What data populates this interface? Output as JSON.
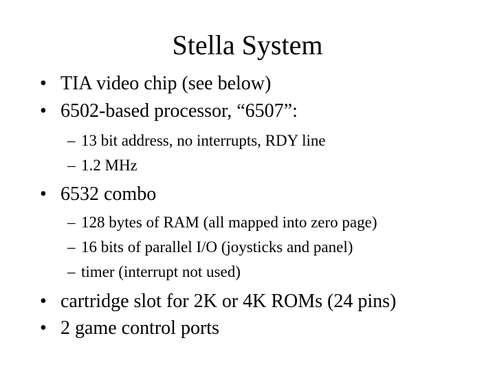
{
  "slide": {
    "title": "Stella System",
    "bullet_glyph": "•",
    "dash_glyph": "–",
    "items": [
      {
        "text": "TIA video chip (see below)"
      },
      {
        "text": "6502-based processor, “6507”:",
        "subitems": [
          "13 bit address, no interrupts, RDY line",
          "1.2 MHz"
        ]
      },
      {
        "text": "6532 combo",
        "subitems": [
          "128 bytes of RAM (all mapped into zero page)",
          "16 bits of parallel I/O (joysticks and panel)",
          "timer (interrupt not used)"
        ]
      },
      {
        "text": "cartridge slot for 2K or 4K ROMs (24 pins)"
      },
      {
        "text": "2 game control ports"
      }
    ]
  }
}
